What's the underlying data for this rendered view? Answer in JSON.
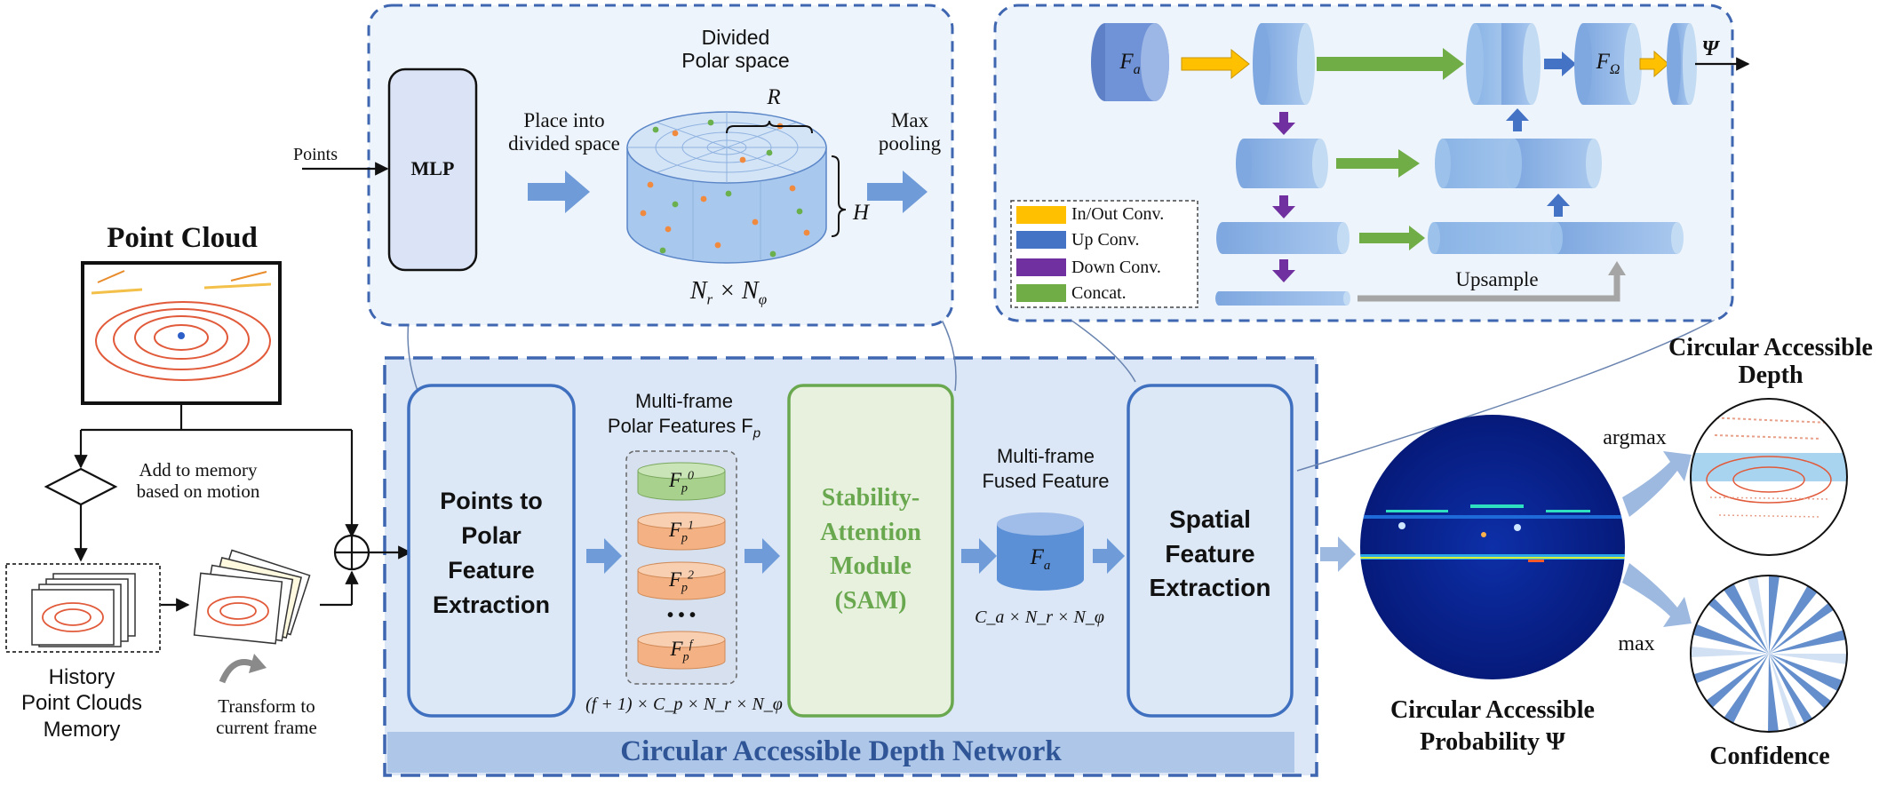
{
  "colors": {
    "panel_fill": "#eef4fb",
    "panel_border": "#3f66b0",
    "network_fill": "#dbe7f6",
    "network_bar": "#aec7e8",
    "block_border": "#3f6fbf",
    "sam_border": "#6aa84f",
    "sam_fill": "#e7f1de",
    "sam_text": "#6aa84f",
    "arrow_blue": "#6f9bd8",
    "cyl_blue": "#9dc3e6",
    "cyl_dark": "#5b8fd6",
    "feat_green": "#a9d18e",
    "feat_orange": "#f4b183",
    "inout_conv": "#ffc000",
    "up_conv": "#4472c4",
    "down_conv": "#7030a0",
    "concat": "#70ad47",
    "upsample": "#a5a5a5",
    "title_blue": "#2f5597"
  },
  "input": {
    "point_cloud_title": "Point Cloud",
    "decision_label": "Add to memory\nbased on motion",
    "history_label": "History\nPoint Clouds\nMemory",
    "transform_label": "Transform to\ncurrent frame"
  },
  "polar_panel": {
    "points_label": "Points",
    "mlp_label": "MLP",
    "place_label": "Place into\ndivided space",
    "space_title": "Divided\nPolar space",
    "r_label": "R",
    "h_label": "H",
    "size_label": "N",
    "size_sub_r": "r",
    "size_times": " × N",
    "size_sub_phi": "φ",
    "max_pool_label": "Max\npooling"
  },
  "spatial_panel": {
    "fa_label": "F",
    "fa_sub": "a",
    "fomega_label": "F",
    "fomega_sub": "Ω",
    "psi_label": "Ψ",
    "upsample_label": "Upsample",
    "legend": [
      {
        "label": "In/Out Conv.",
        "color": "#ffc000"
      },
      {
        "label": "Up Conv.",
        "color": "#4472c4"
      },
      {
        "label": "Down Conv.",
        "color": "#7030a0"
      },
      {
        "label": "Concat.",
        "color": "#70ad47"
      }
    ]
  },
  "network": {
    "title": "Circular Accessible Depth Network",
    "points_to_polar": "Points to\nPolar\nFeature\nExtraction",
    "multi_frame_polar": "Multi-frame\nPolar Features F",
    "multi_frame_polar_sub": "p",
    "polar_features": [
      {
        "base": "F",
        "sub": "p",
        "sup": "0"
      },
      {
        "base": "F",
        "sub": "p",
        "sup": "1"
      },
      {
        "base": "F",
        "sub": "p",
        "sup": "2"
      },
      {
        "base": "F",
        "sub": "p",
        "sup": "f"
      }
    ],
    "ellipsis": "• • •",
    "polar_dims": "(f + 1) × C_p × N_r × N_φ",
    "sam_label": "Stability-\nAttention\nModule\n(SAM)",
    "fused_label": "Multi-frame\nFused Feature",
    "fused_cyl": "F",
    "fused_cyl_sub": "a",
    "fused_dims": "C_a × N_r × N_φ",
    "spatial_label": "Spatial\nFeature\nExtraction"
  },
  "output": {
    "prob_label": "Circular Accessible\nProbability Ψ",
    "argmax_label": "argmax",
    "max_label": "max",
    "depth_label": "Circular Accessible\nDepth",
    "confidence_label": "Confidence"
  }
}
